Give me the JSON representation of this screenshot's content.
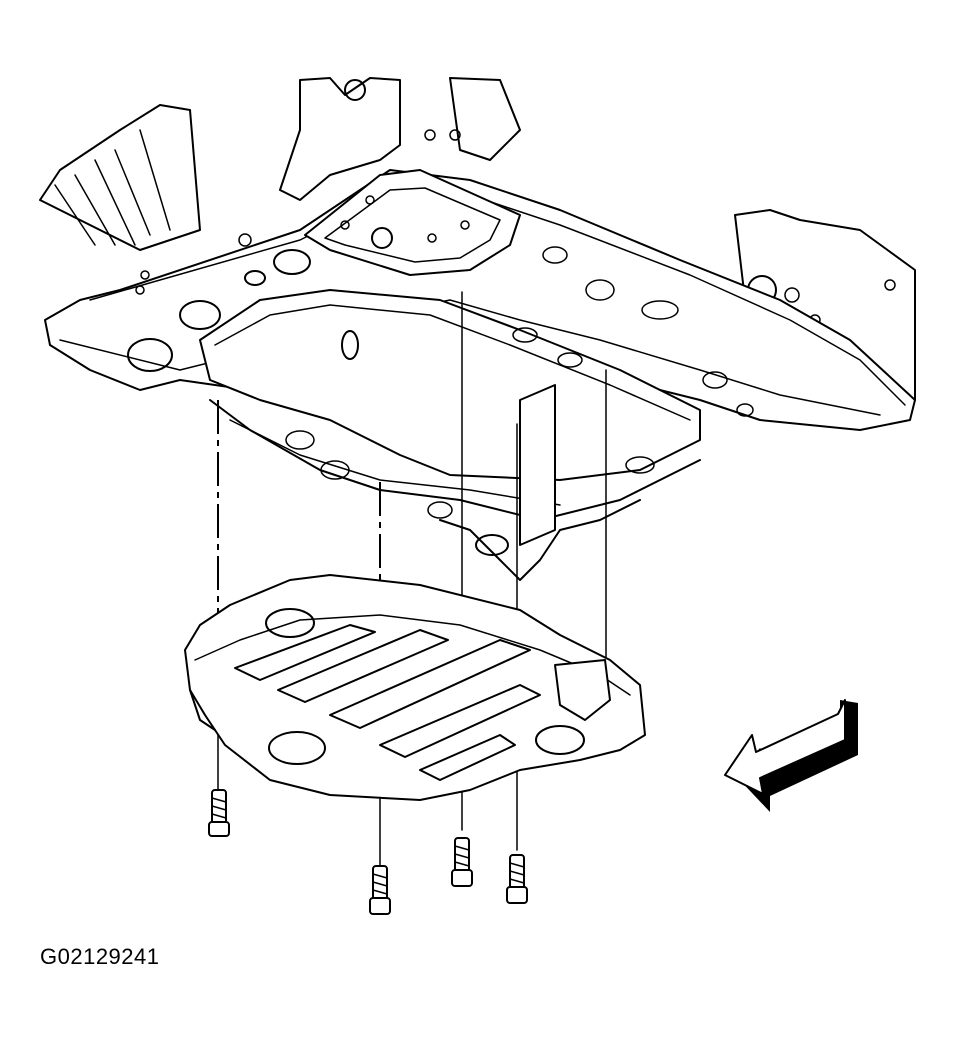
{
  "figure": {
    "id_label": "G02129241",
    "parts": {
      "frame": "vehicle-underbody-frame",
      "shield": "skid-plate-shield",
      "bolts": [
        "bolt-1",
        "bolt-2",
        "bolt-3",
        "bolt-4"
      ],
      "arrow": "front-direction-arrow-icon"
    },
    "colors": {
      "ink": "#000000",
      "paper": "#ffffff"
    }
  }
}
